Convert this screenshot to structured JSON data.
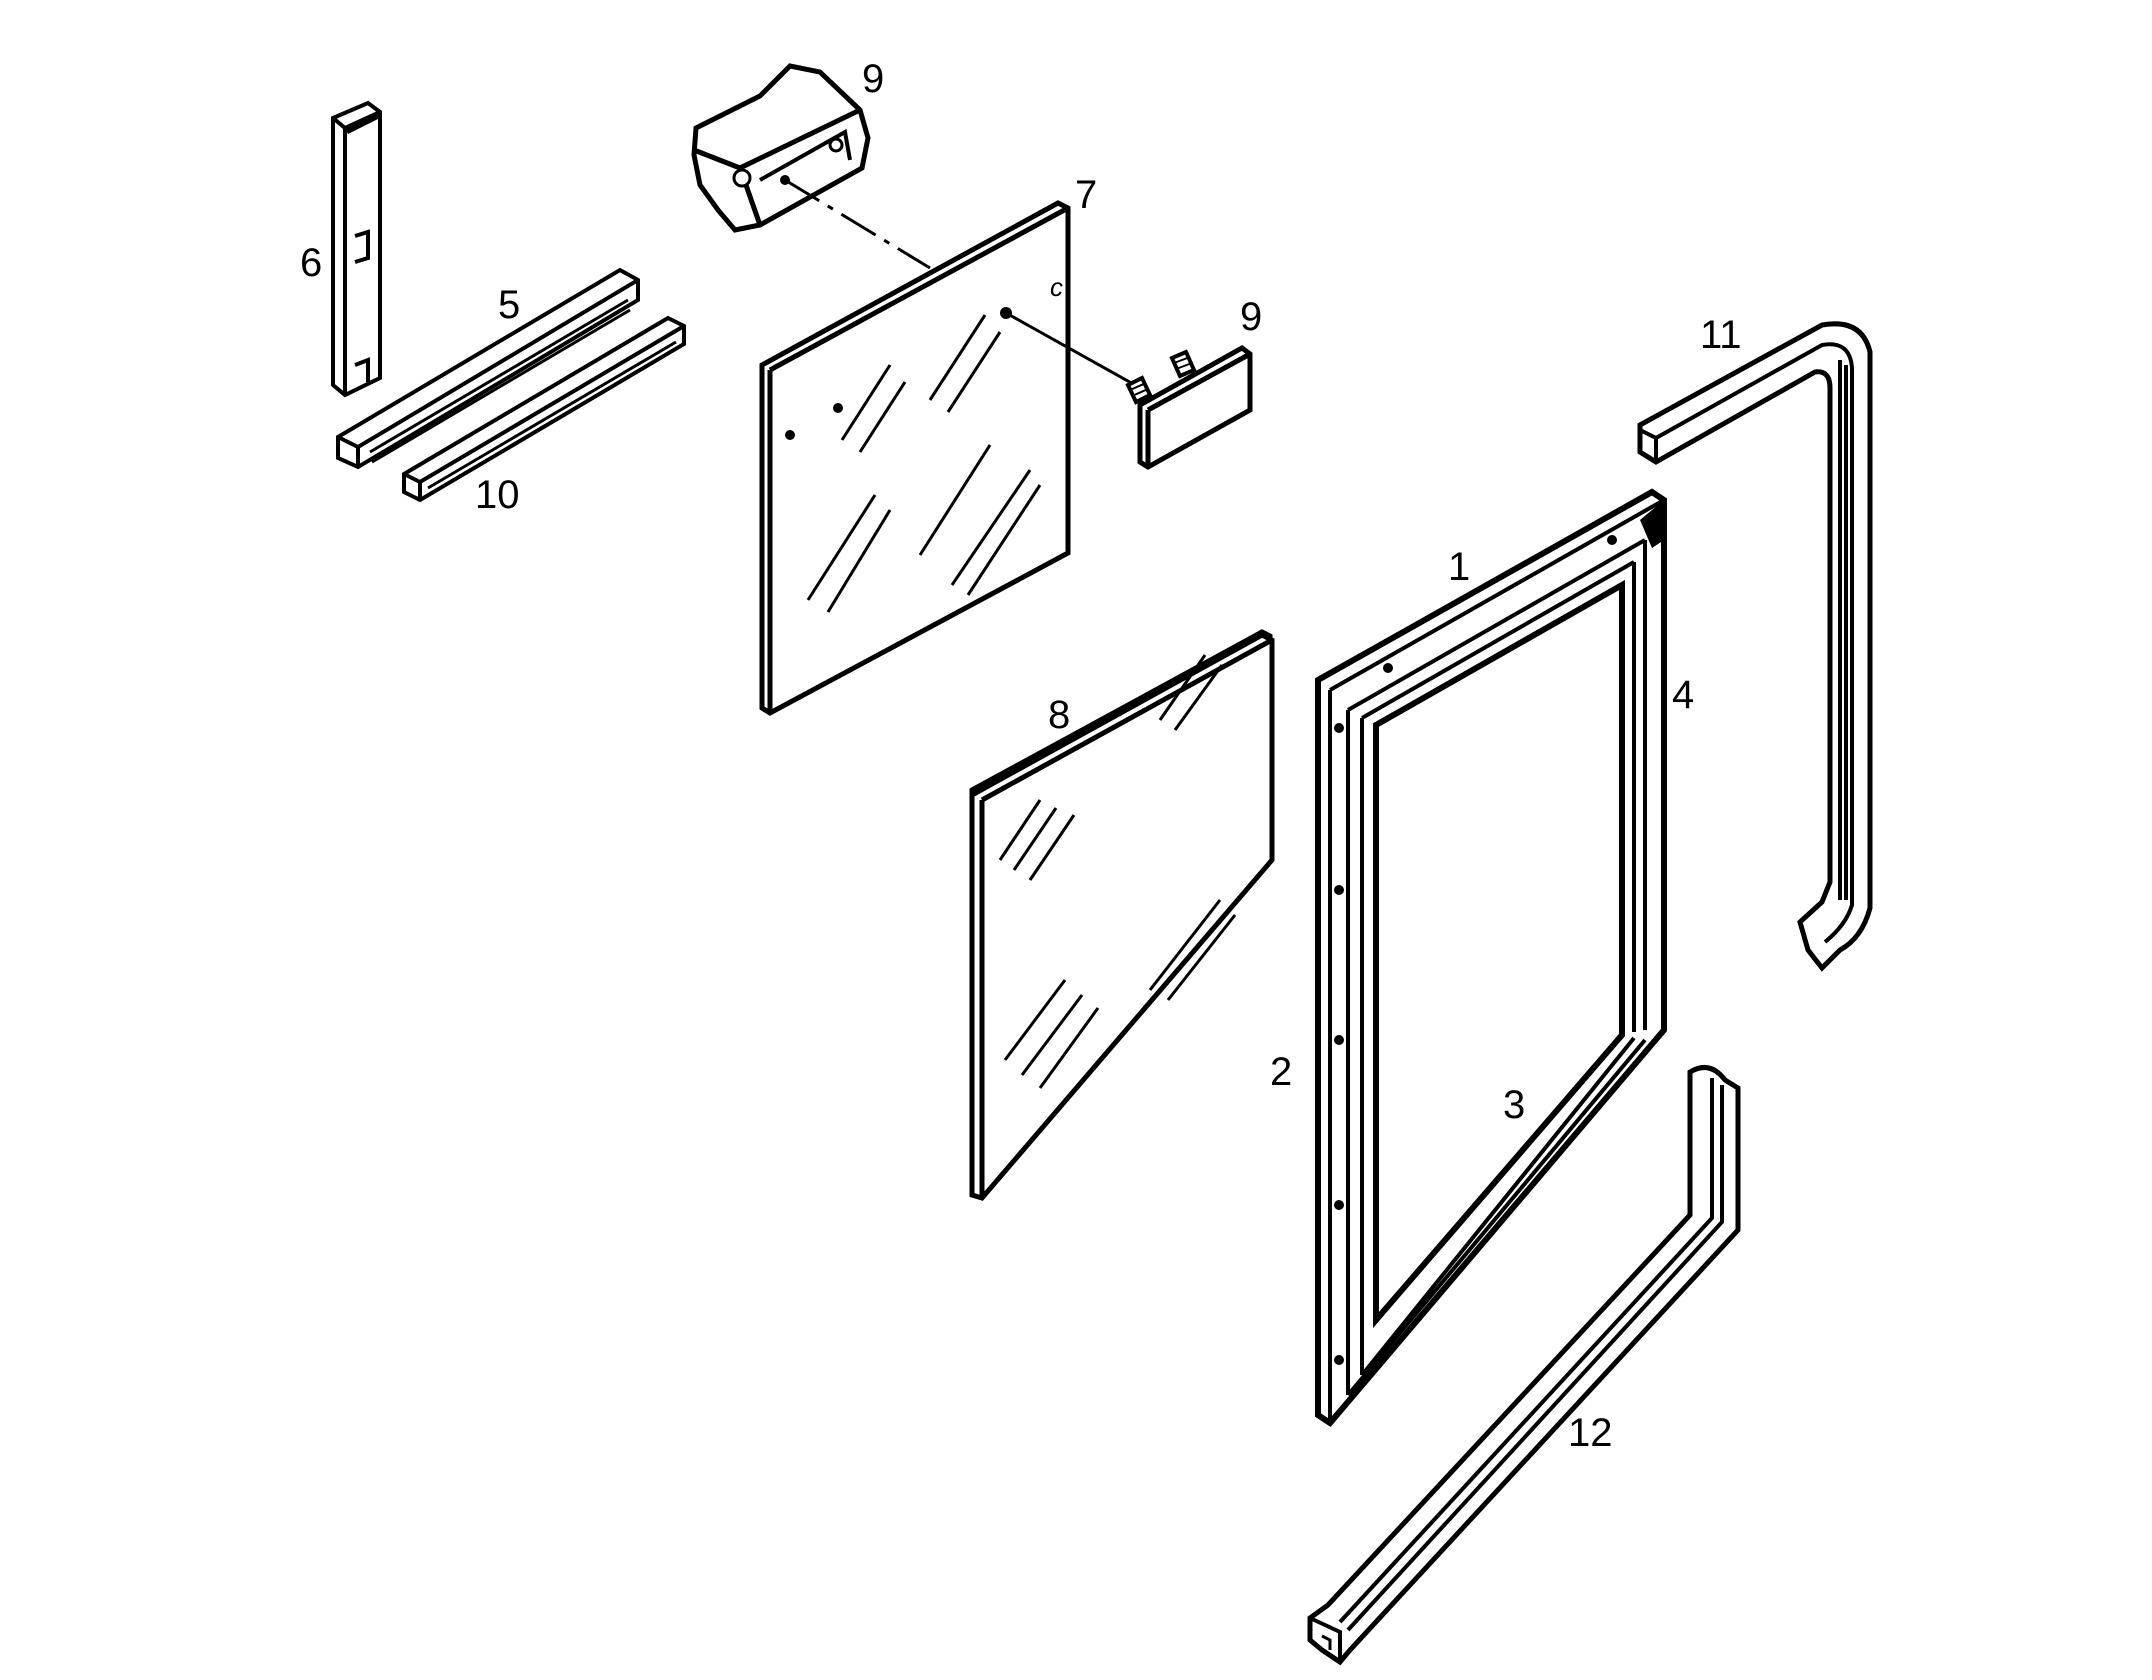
{
  "diagram": {
    "callouts": {
      "frame_top": "1",
      "frame_left": "2",
      "frame_bottom": "3",
      "frame_right": "4",
      "trim_strip": "5",
      "upright_bracket": "6",
      "outer_glass": "7",
      "inner_glass": "8",
      "handle_bracket": "9",
      "handle_plate": "9",
      "channel_strip": "10",
      "gasket_upper": "11",
      "gasket_lower": "12"
    }
  },
  "colors": {
    "ink": "#000000",
    "paper": "#ffffff"
  }
}
